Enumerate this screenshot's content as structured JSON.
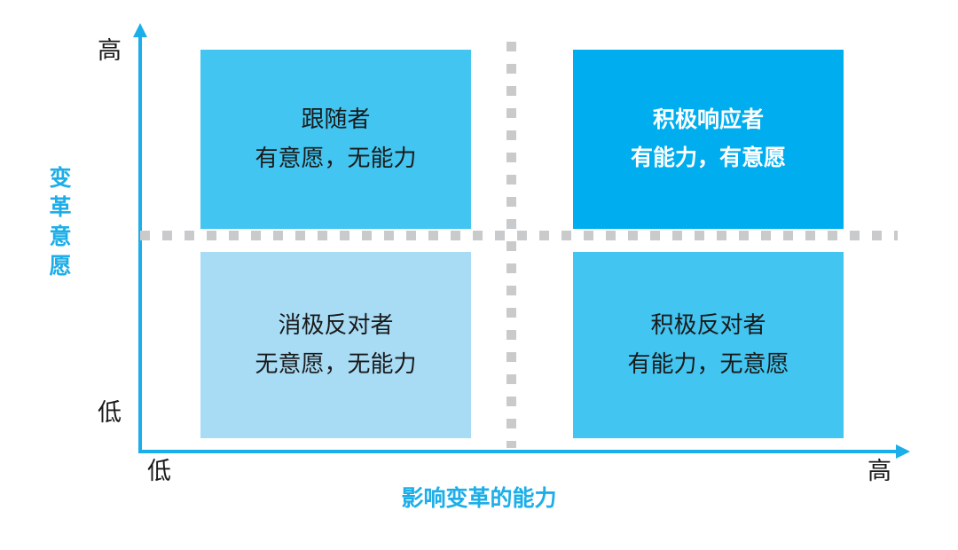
{
  "chart_data": {
    "type": "scatter",
    "title": "",
    "xlabel": "影响变革的能力",
    "ylabel": "变革意愿",
    "x_ticks": [
      "低",
      "高"
    ],
    "y_ticks": [
      "低",
      "高"
    ],
    "grid": "dotted-crosshair",
    "legend": "none",
    "quadrants": [
      {
        "position": "top-left",
        "title": "跟随者",
        "subtitle": "有意愿，无能力",
        "x_level": "低",
        "y_level": "高",
        "fill": "#42C5F0",
        "text_color": "#1a1a1a"
      },
      {
        "position": "top-right",
        "title": "积极响应者",
        "subtitle": "有能力，有意愿",
        "x_level": "高",
        "y_level": "高",
        "fill": "#00AEEF",
        "text_color": "#ffffff"
      },
      {
        "position": "bottom-left",
        "title": "消极反对者",
        "subtitle": "无意愿，无能力",
        "x_level": "低",
        "y_level": "低",
        "fill": "#A8DCF5",
        "text_color": "#1a1a1a"
      },
      {
        "position": "bottom-right",
        "title": "积极反对者",
        "subtitle": "有能力，无意愿",
        "x_level": "高",
        "y_level": "低",
        "fill": "#42C5F0",
        "text_color": "#1a1a1a"
      }
    ]
  },
  "axes": {
    "y": {
      "title": "变革意愿",
      "title_chars": [
        "变",
        "革",
        "意",
        "愿"
      ],
      "tick_high": "高",
      "tick_low": "低",
      "color": "#1BAEE8"
    },
    "x": {
      "title": "影响变革的能力",
      "tick_high": "高",
      "tick_low": "低",
      "color": "#1BAEE8"
    }
  },
  "dividers": {
    "color": "#C9CACC",
    "style": "dotted"
  },
  "colors": {
    "accent": "#1BAEE8",
    "quadrant_dark": "#00AEEF",
    "quadrant_mid": "#42C5F0",
    "quadrant_light": "#A8DCF5",
    "divider": "#C9CACC",
    "text_dark": "#1a1a1a",
    "text_light": "#ffffff",
    "background": "#ffffff"
  }
}
